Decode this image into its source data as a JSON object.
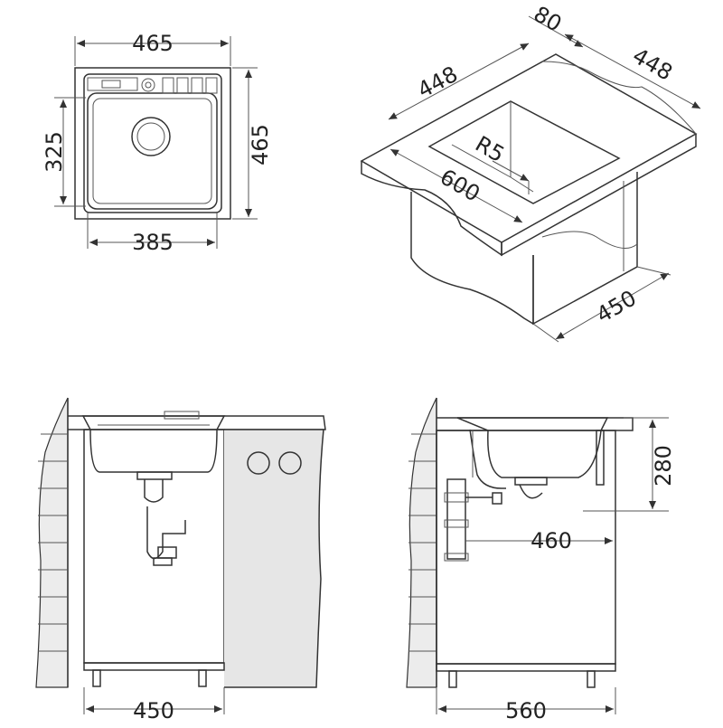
{
  "top_view": {
    "width": "465",
    "height": "465",
    "bowl_height": "325",
    "bowl_width": "385"
  },
  "iso_view": {
    "top": "80",
    "depth_back": "448",
    "depth_left": "448",
    "radius": "R5",
    "length": "600",
    "cabinet_depth": "450"
  },
  "front_view": {
    "width": "450"
  },
  "side_view": {
    "width": "560",
    "depth": "460",
    "height": "280"
  },
  "colors": {
    "line": "#333333",
    "fill": "#e6e6e6",
    "wall": "#ececec"
  }
}
